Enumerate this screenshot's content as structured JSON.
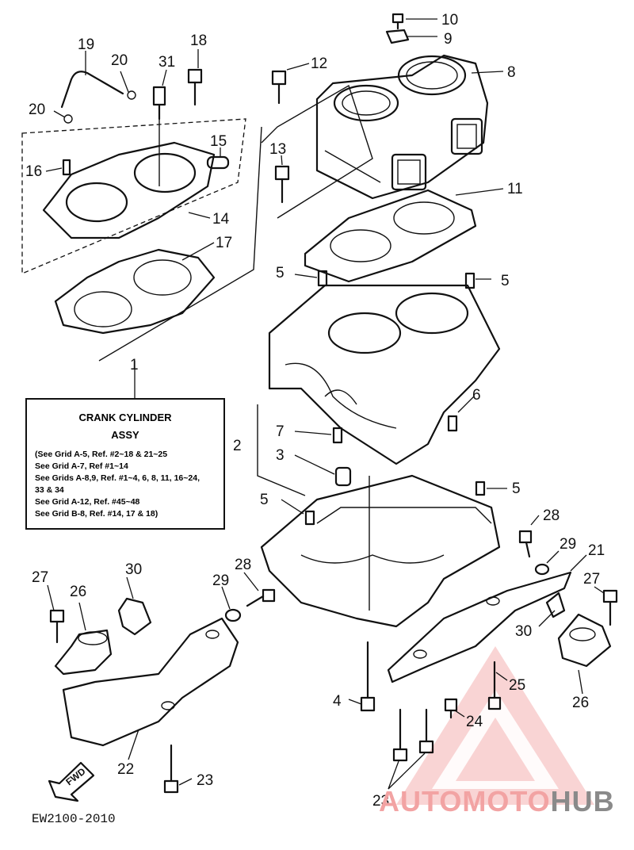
{
  "callouts": [
    "10",
    "9",
    "8",
    "12",
    "18",
    "19",
    "20",
    "31",
    "20",
    "15",
    "16",
    "13",
    "14",
    "11",
    "17",
    "5",
    "5",
    "1",
    "6",
    "2",
    "7",
    "3",
    "5",
    "5",
    "28",
    "29",
    "21",
    "27",
    "30",
    "26",
    "27",
    "28",
    "29",
    "30",
    "26",
    "4",
    "25",
    "24",
    "22",
    "23",
    "23"
  ],
  "info_box": {
    "title_line1": "CRANK CYLINDER",
    "title_line2": "ASSY",
    "lines": [
      "(See Grid A-5, Ref. #2~18 & 21~25",
      "See Grid A-7, Ref #1~14",
      "See Grids A-8,9, Ref. #1~4, 6, 8, 11, 16~24,",
      "33 & 34",
      "See Grid A-12, Ref. #45~48",
      "See Grid B-8, Ref. #14, 17 & 18)"
    ]
  },
  "fwd_label": "FWD",
  "diagram_code": "EW2100-2010",
  "watermark": {
    "part1": "AUTOMOTO",
    "part2": "HUB"
  },
  "colors": {
    "line": "#111111",
    "watermark_red": "#f2a3a3",
    "watermark_gray": "#8a8a8a"
  }
}
